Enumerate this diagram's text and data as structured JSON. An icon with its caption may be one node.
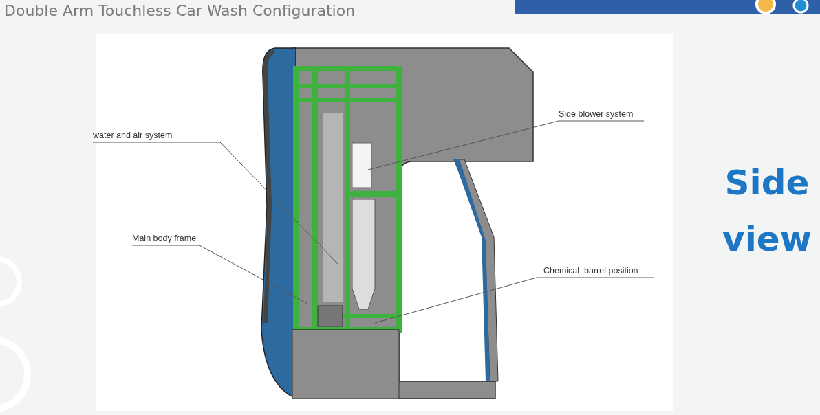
{
  "diagram": {
    "title": "Double Arm Touchless Car Wash Configuration",
    "nodes": [
      {
        "text": [
          "water and air system"
        ]
      },
      {
        "text": [
          "Main body frame"
        ]
      },
      {
        "text": [
          "Side blower system"
        ]
      },
      {
        "text": [
          "Chemical  barrel position"
        ]
      }
    ],
    "edges": [
      {
        "from": 0,
        "to": null,
        "arrow": "none"
      },
      {
        "from": 1,
        "to": null,
        "arrow": "none"
      },
      {
        "from": 2,
        "to": null,
        "arrow": "none"
      },
      {
        "from": 3,
        "to": null,
        "arrow": "none"
      }
    ],
    "labels": [
      "Side view"
    ]
  }
}
